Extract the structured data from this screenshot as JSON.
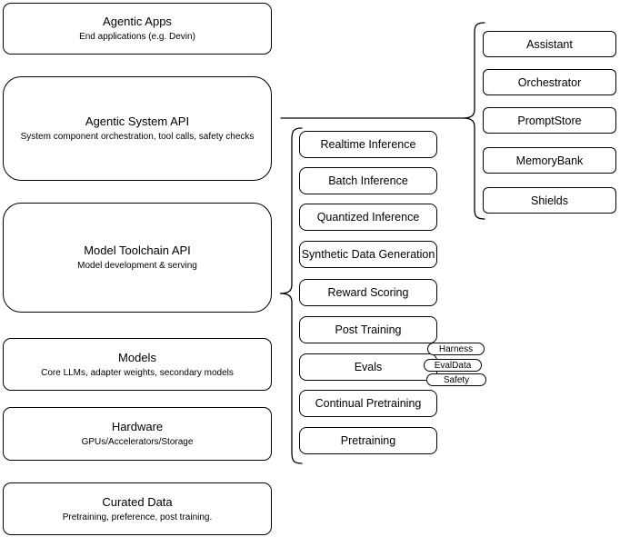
{
  "diagram": {
    "layers": [
      {
        "title": "Agentic Apps",
        "subtitle": "End applications (e.g. Devin)"
      },
      {
        "title": "Agentic System API",
        "subtitle": "System component orchestration, tool calls, safety checks"
      },
      {
        "title": "Model Toolchain API",
        "subtitle": "Model development & serving"
      },
      {
        "title": "Models",
        "subtitle": "Core LLMs, adapter weights, secondary models"
      },
      {
        "title": "Hardware",
        "subtitle": "GPUs/Accelerators/Storage"
      },
      {
        "title": "Curated Data",
        "subtitle": "Pretraining, preference, post training."
      }
    ],
    "toolchain_services": [
      "Realtime Inference",
      "Batch Inference",
      "Quantized Inference",
      "Synthetic Data Generation",
      "Reward Scoring",
      "Post Training",
      "Evals",
      "Continual Pretraining",
      "Pretraining"
    ],
    "evals_tags": [
      "Harness",
      "EvalData",
      "Safety"
    ],
    "system_components": [
      "Assistant",
      "Orchestrator",
      "PromptStore",
      "MemoryBank",
      "Shields"
    ],
    "colors": {
      "background": "#ffffff",
      "shape_fill": "#ffffff",
      "stroke": "#000000",
      "text": "#000000"
    }
  }
}
